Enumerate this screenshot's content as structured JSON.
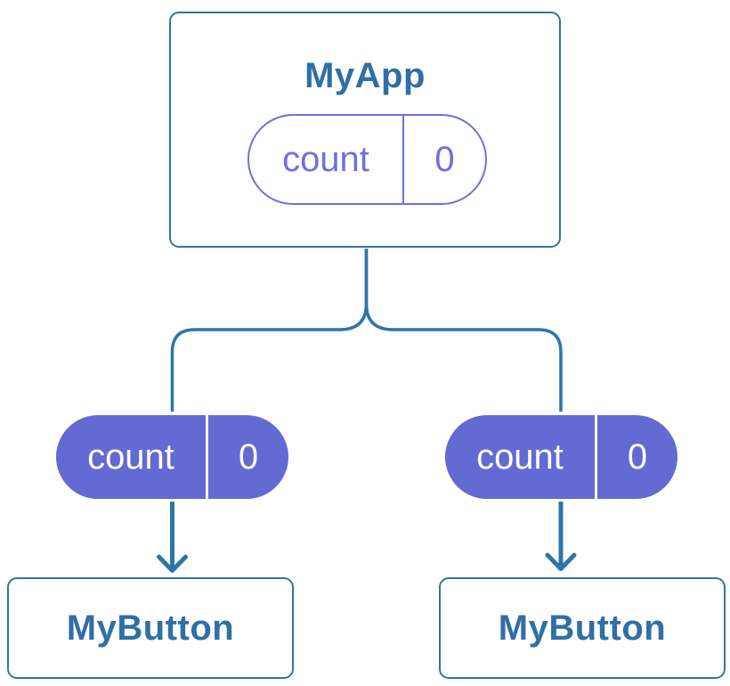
{
  "diagram": {
    "description": "Component tree showing state passed down as props",
    "background": "#ffffff",
    "colors": {
      "line_blue": "#2e75a9",
      "node_text_blue": "#2f6fa5",
      "pill_purple_fill": "#636ad3",
      "pill_purple_outline": "#6e6fe0",
      "pill_text_on_fill": "#ffffff"
    },
    "root_node": {
      "title": "MyApp",
      "pill": {
        "label": "count",
        "value": "0"
      }
    },
    "child_nodes": [
      {
        "title": "MyButton",
        "pill": {
          "label": "count",
          "value": "0"
        }
      },
      {
        "title": "MyButton",
        "pill": {
          "label": "count",
          "value": "0"
        }
      }
    ]
  }
}
